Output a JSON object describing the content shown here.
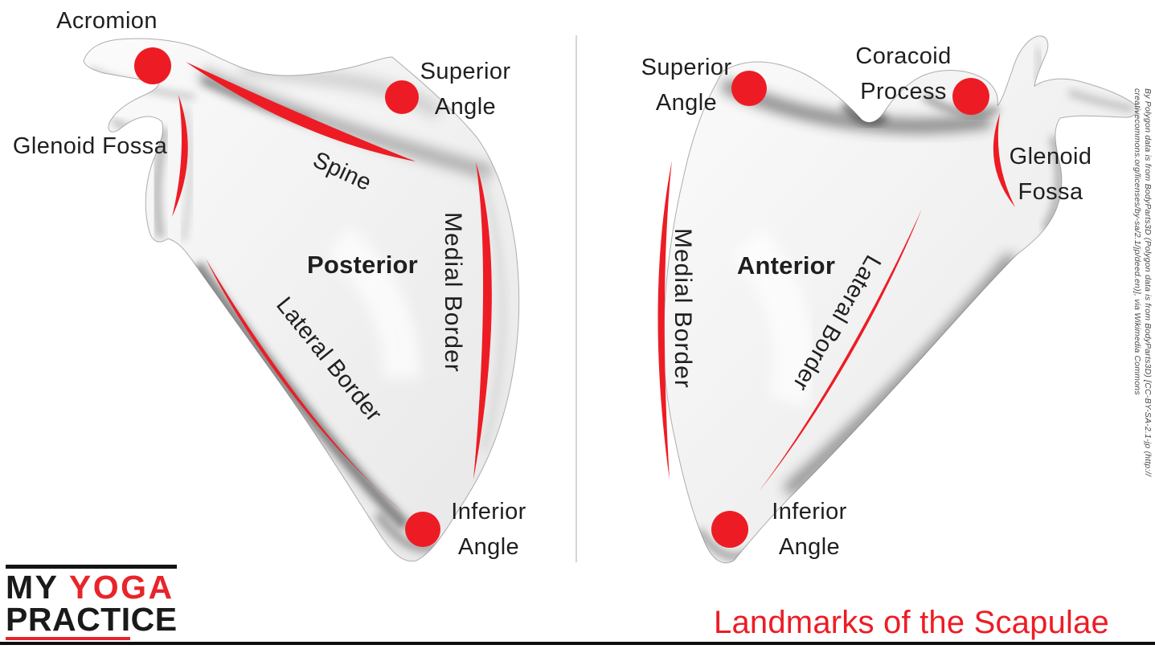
{
  "title": "Landmarks of the Scapulae",
  "colors": {
    "accent_red": "#ed1c24",
    "logo_red": "#e8242b"
  },
  "views": {
    "posterior": {
      "region_label": "Posterior",
      "landmarks": {
        "acromion": "Acromion",
        "glenoid_fossa": "Glenoid Fossa",
        "spine": "Spine",
        "superior_angle": [
          "Superior",
          "Angle"
        ],
        "medial_border": "Medial Border",
        "lateral_border": "Lateral Border",
        "inferior_angle": [
          "Inferior",
          "Angle"
        ]
      }
    },
    "anterior": {
      "region_label": "Anterior",
      "landmarks": {
        "superior_angle": [
          "Superior",
          "Angle"
        ],
        "coracoid_process": [
          "Coracoid",
          "Process"
        ],
        "glenoid_fossa": [
          "Glenoid",
          "Fossa"
        ],
        "medial_border": "Medial Border",
        "lateral_border": "Lateral Border",
        "inferior_angle": [
          "Inferior",
          "Angle"
        ]
      }
    }
  },
  "logo": {
    "word1": "MY",
    "word2": "YOGA",
    "word3": "PRACTICE"
  },
  "attribution": {
    "line1": "By Polygon data is from BodyParts3D (Polygon data is from BodyParts3D) [CC-BY-SA-2.1-jp (http://",
    "line2": "creativecommons.org/licenses/by-sa/2.1/jp/deed.en)], via Wikimedia Commons"
  }
}
